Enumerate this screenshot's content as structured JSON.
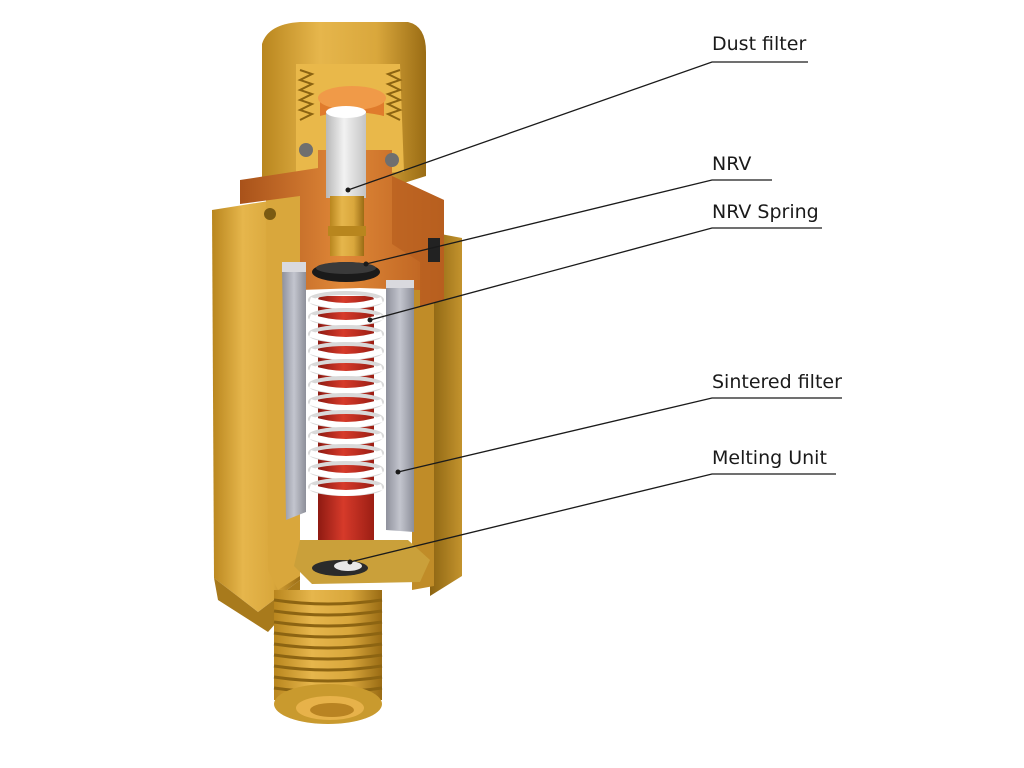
{
  "diagram": {
    "labels": {
      "dust_filter": "Dust filter",
      "nrv": "NRV",
      "nrv_spring": "NRV Spring",
      "sintered_filter": "Sintered filter",
      "melting_unit": "Melting Unit"
    }
  },
  "colors": {
    "brass_light": "#e9b84a",
    "brass_mid": "#c99a2e",
    "brass_dark": "#8c6412",
    "copper": "#d2711f",
    "copper_dark": "#9c4c12",
    "red": "#c0281c",
    "filter_grey": "#a7a9b4",
    "spring_white": "#f4f4f4",
    "leader": "#1a1a1a"
  }
}
